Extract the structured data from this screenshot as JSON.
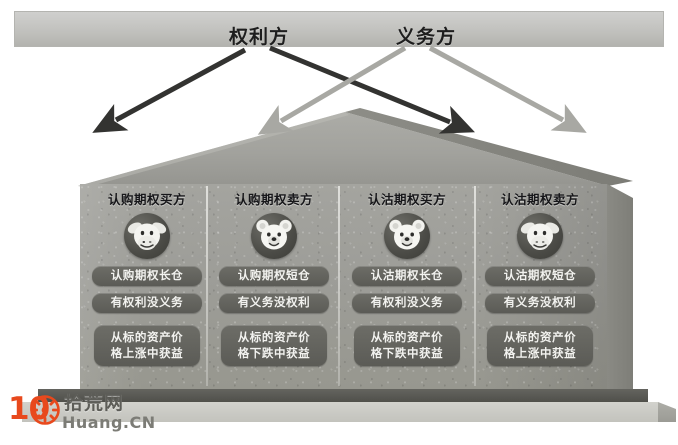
{
  "banner": {
    "rights_label": "权利方",
    "obligations_label": "义务方"
  },
  "arrows": [
    {
      "name": "arrow-rights-to-call-buyer",
      "color": "#333331",
      "from": "权利方",
      "to": "认购期权买方"
    },
    {
      "name": "arrow-rights-to-put-buyer",
      "color": "#333331",
      "from": "权利方",
      "to": "认沽期权买方"
    },
    {
      "name": "arrow-obligations-to-call-seller",
      "color": "#a8a8a3",
      "from": "义务方",
      "to": "认购期权卖方"
    },
    {
      "name": "arrow-obligations-to-put-seller",
      "color": "#a8a8a3",
      "from": "义务方",
      "to": "认沽期权卖方"
    }
  ],
  "columns": [
    {
      "header": "认购期权买方",
      "icon": "bull-face-icon",
      "position": "认购期权长仓",
      "rights": "有权利没义务",
      "benefit_line1": "从标的资产价",
      "benefit_line2": "格上涨中获益"
    },
    {
      "header": "认购期权卖方",
      "icon": "bear-face-icon",
      "position": "认购期权短仓",
      "rights": "有义务没权利",
      "benefit_line1": "从标的资产价",
      "benefit_line2": "格下跌中获益"
    },
    {
      "header": "认沽期权买方",
      "icon": "bear-face-icon",
      "position": "认沽期权长仓",
      "rights": "有权利没义务",
      "benefit_line1": "从标的资产价",
      "benefit_line2": "格下跌中获益"
    },
    {
      "header": "认沽期权卖方",
      "icon": "bull-face-icon",
      "position": "认沽期权短仓",
      "rights": "有义务没权利",
      "benefit_line1": "从标的资产价",
      "benefit_line2": "格上涨中获益"
    }
  ],
  "watermark": {
    "number": "10",
    "site_cn": "拾荒网",
    "site_en": "Huang.CN",
    "accent_color": "#e8491d"
  }
}
